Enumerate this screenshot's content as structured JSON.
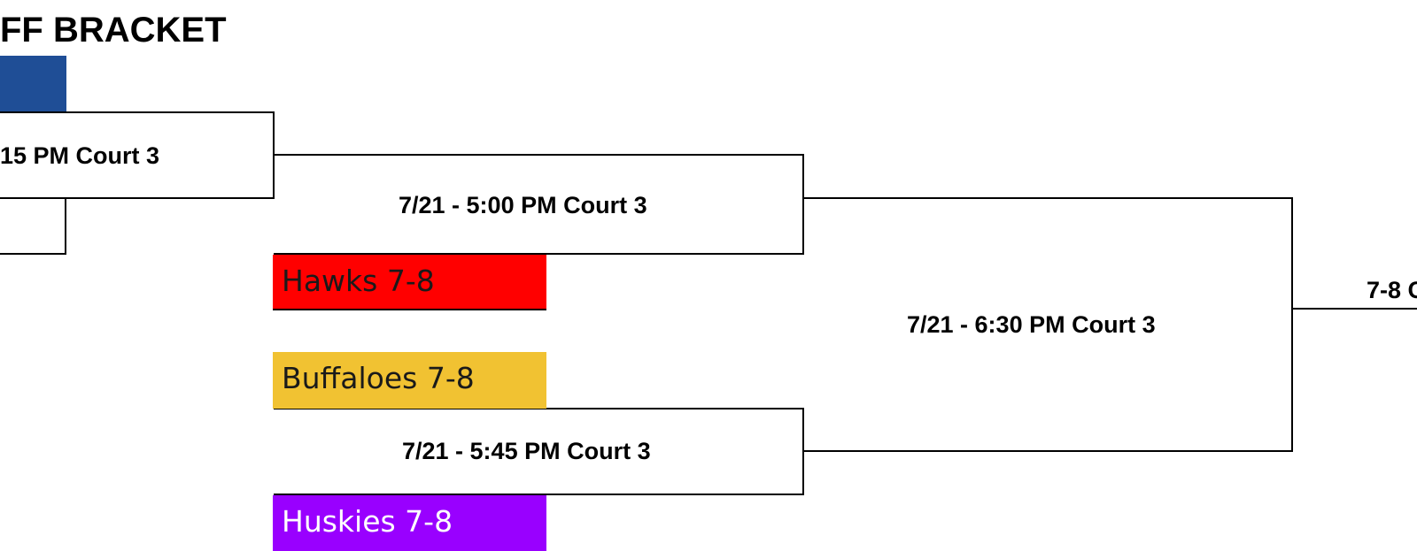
{
  "bracket": {
    "title": "FF BRACKET",
    "games": [
      {
        "label": "15 PM Court 3"
      },
      {
        "label": "7/21 - 5:00 PM Court 3"
      },
      {
        "label": "7/21 - 5:45 PM Court 3"
      },
      {
        "label": "7/21 - 6:30 PM Court 3"
      },
      {
        "label": "7-8 C"
      }
    ],
    "teams": [
      {
        "name": "",
        "color": "#1f4e96"
      },
      {
        "name": "Hawks 7-8",
        "color": "#ff0000",
        "text_color": "#1a1a1a"
      },
      {
        "name": "Buffaloes 7-8",
        "color": "#f1c232",
        "text_color": "#1a1a1a"
      },
      {
        "name": "Huskies 7-8",
        "color": "#9900ff",
        "text_color": "#ffffff"
      }
    ]
  }
}
